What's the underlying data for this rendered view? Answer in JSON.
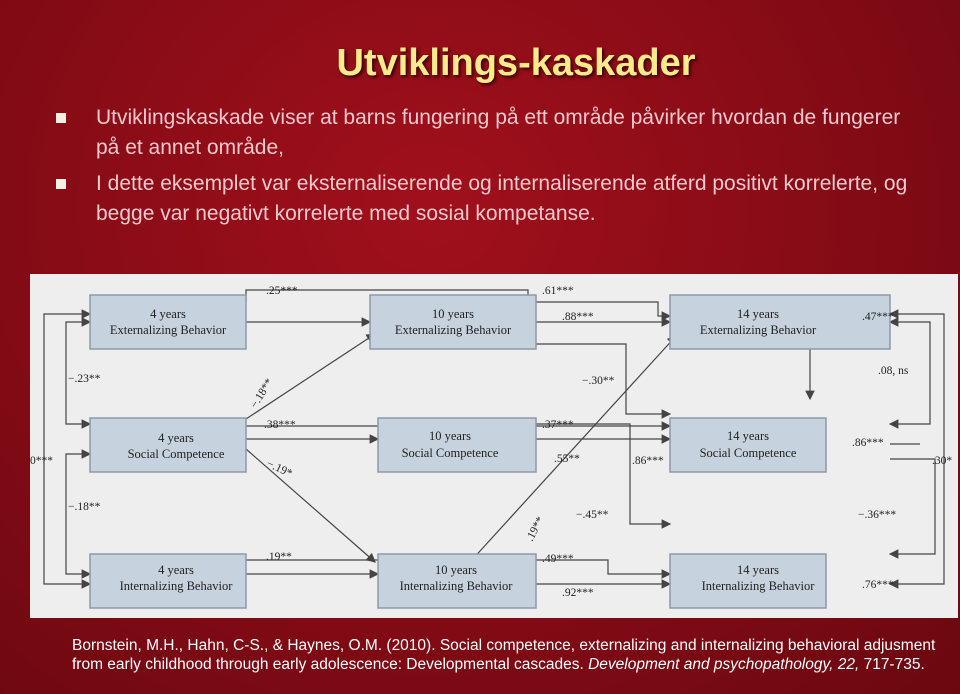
{
  "slide": {
    "title": "Utviklings-kaskader",
    "bullets": [
      "Utviklingskaskade viser at barns fungering på ett område påvirker hvordan de fungerer på et annet område,",
      "I dette eksemplet var eksternaliserende og internaliserende atferd positivt korrelerte, og begge var negativt korrelerte med sosial kompetanse."
    ],
    "citation": {
      "plain": "Bornstein, M.H., Hahn, C-S., & Haynes, O.M. (2010). Social competence, externalizing and internalizing behavioral adjusment from early childhood through early adolescence: Developmental cascades. ",
      "journal": "Development and psychopathology, 22,",
      "pages": " 717-735."
    }
  },
  "diagram": {
    "boxes": {
      "ext4": [
        "4 years",
        "Externalizing Behavior"
      ],
      "ext10": [
        "10 years",
        "Externalizing Behavior"
      ],
      "ext14": [
        "14 years",
        "Externalizing Behavior"
      ],
      "soc4": [
        "4 years",
        "Social Competence"
      ],
      "soc10": [
        "10 years",
        "Social Competence"
      ],
      "soc14": [
        "14 years",
        "Social Competence"
      ],
      "int4": [
        "4 years",
        "Internalizing Behavior"
      ],
      "int10": [
        "10 years",
        "Internalizing Behavior"
      ],
      "int14": [
        "14 years",
        "Internalizing Behavior"
      ]
    },
    "coefficients": {
      "ext4_ext10": ".25***",
      "ext4_ext14": ".61***",
      "ext10_ext14": ".88***",
      "ext14_soc14": ".47***",
      "ext10_soc10": "−.30**",
      "soc14_int14": ".08, ns",
      "ext4_soc4": "−.23**",
      "ext4_soc10": "−.18**",
      "soc4_soc10": ".38***",
      "soc4_soc14": ".37***",
      "soc10_soc14": ".86***",
      "soc10_int10": ".55**",
      "soc14_right": ".86***",
      "left_outer": "0***",
      "right_outer": ".30*",
      "soc4_int10": "−.19*",
      "int4_ext14": ".19**",
      "soc10_int14": "−.45**",
      "soc14_int14_b": "−.36***",
      "soc4_int4": "−.18**",
      "int4_int10": ".19**",
      "int4_int14": ".49***",
      "int10_int14": ".92***",
      "int14_right": ".76***"
    }
  }
}
